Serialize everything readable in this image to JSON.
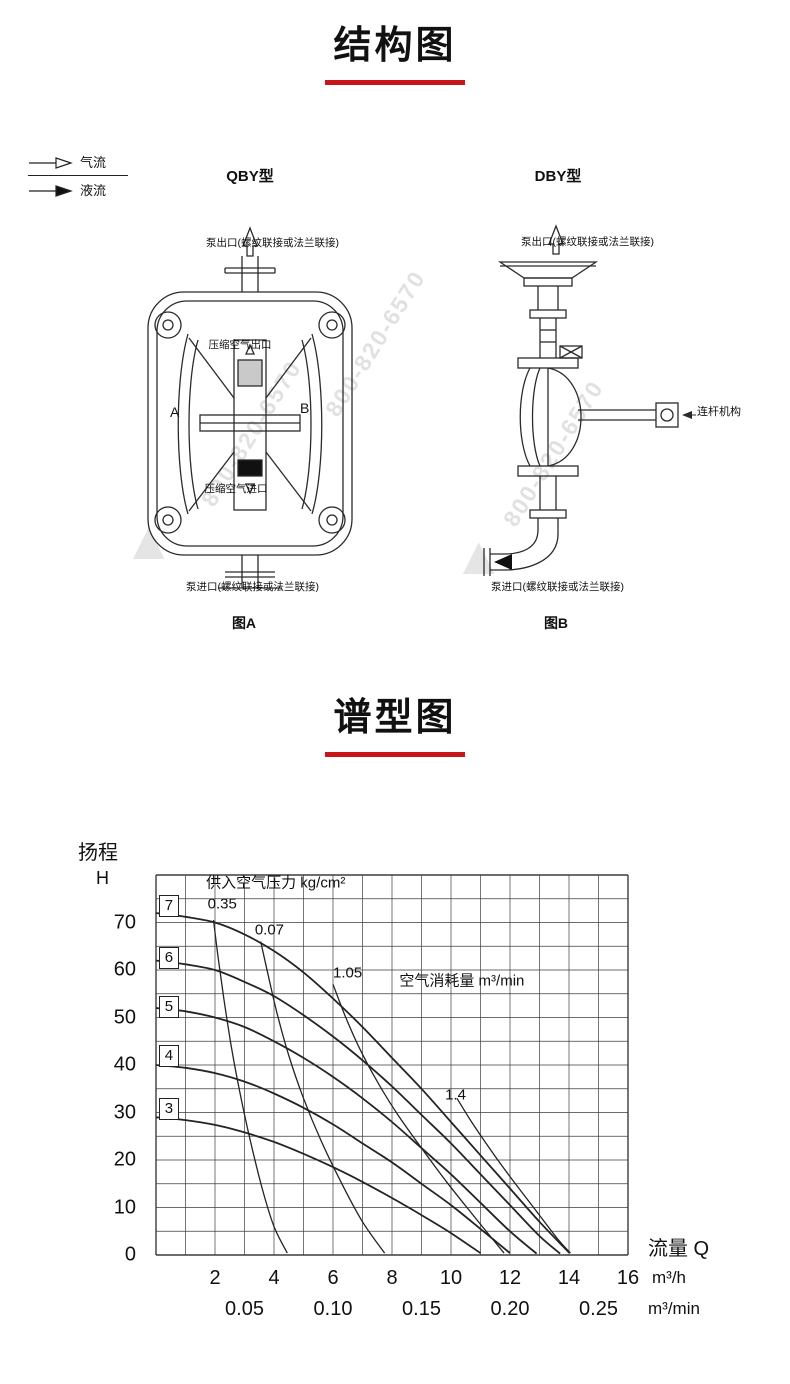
{
  "accent": "#c81717",
  "titles": {
    "structure": "结构图",
    "spectrum": "谱型图"
  },
  "legend": {
    "air": "气流",
    "liquid": "液流"
  },
  "figures": {
    "qby": {
      "name": "QBY型",
      "outlet": "泵出口(螺纹联接或法兰联接)",
      "air_outlet": "压缩空气出口",
      "chamber_a": "A",
      "chamber_b": "B",
      "air_inlet": "压缩空气进口",
      "inlet": "泵进口(螺纹联接或法兰联接)",
      "caption": "图A"
    },
    "dby": {
      "name": "DBY型",
      "outlet": "泵出口(螺纹联接或法兰联接)",
      "rod": "连杆机构",
      "inlet": "泵进口(螺纹联接或法兰联接)",
      "caption": "图B"
    },
    "watermark": "800-820-6570"
  },
  "chart": {
    "ylabel_cn": "扬程",
    "ylabel_sym": "H",
    "xlabel": "流量  Q",
    "unit_h": "m³/h",
    "unit_min": "m³/min"
  },
  "chart_data": {
    "type": "line",
    "title": "谱型图",
    "xlabel": "流量 Q (m³/h)",
    "ylabel": "扬程 H (m)",
    "xlim": [
      0,
      16
    ],
    "ylim": [
      0,
      80
    ],
    "x_grid_step": 1,
    "y_grid_step": 5,
    "grid": true,
    "x_ticks": [
      2,
      4,
      6,
      8,
      10,
      12,
      14,
      16
    ],
    "x_ticks_alt": [
      {
        "label": "0.05",
        "q": 3
      },
      {
        "label": "0.10",
        "q": 6
      },
      {
        "label": "0.15",
        "q": 9
      },
      {
        "label": "0.20",
        "q": 12
      },
      {
        "label": "0.25",
        "q": 15
      }
    ],
    "y_ticks": [
      0,
      10,
      20,
      30,
      40,
      50,
      60,
      70
    ],
    "curve_boxes": [
      {
        "label": "7",
        "h": 73.4
      },
      {
        "label": "6",
        "h": 62.6
      },
      {
        "label": "5",
        "h": 52.2
      },
      {
        "label": "4",
        "h": 41.8
      },
      {
        "label": "3",
        "h": 30.8
      }
    ],
    "annotations": [
      {
        "text": "供入空气压力  kg/cm²",
        "q": 1.7,
        "h": 78.6
      },
      {
        "text": "0.35",
        "q": 1.75,
        "h": 73.8
      },
      {
        "text": "0.07",
        "q": 3.35,
        "h": 68.4
      },
      {
        "text": "1.05",
        "q": 6.0,
        "h": 59.3
      },
      {
        "text": "空气消耗量  m³/min",
        "q": 8.25,
        "h": 58.0
      },
      {
        "text": "1.4",
        "q": 9.8,
        "h": 33.6
      }
    ],
    "series": [
      {
        "name": "head-curve-7",
        "width": 1.8,
        "points": [
          [
            0,
            72
          ],
          [
            1,
            71.2
          ],
          [
            2,
            70
          ],
          [
            3,
            67.5
          ],
          [
            4,
            64
          ],
          [
            5,
            59.5
          ],
          [
            6,
            54
          ],
          [
            7,
            48
          ],
          [
            8,
            41.5
          ],
          [
            9,
            35
          ],
          [
            10,
            28
          ],
          [
            11,
            21
          ],
          [
            12,
            14
          ],
          [
            13,
            7
          ],
          [
            14,
            0.5
          ]
        ]
      },
      {
        "name": "head-curve-6",
        "width": 1.8,
        "points": [
          [
            0,
            62
          ],
          [
            1,
            61.2
          ],
          [
            2,
            60
          ],
          [
            3,
            57.5
          ],
          [
            4,
            54.5
          ],
          [
            5,
            50.5
          ],
          [
            6,
            46
          ],
          [
            7,
            41
          ],
          [
            8,
            35.5
          ],
          [
            9,
            29.5
          ],
          [
            10,
            23.5
          ],
          [
            11,
            17
          ],
          [
            12,
            10.5
          ],
          [
            13,
            4
          ],
          [
            13.7,
            0.3
          ]
        ]
      },
      {
        "name": "head-curve-5",
        "width": 1.8,
        "points": [
          [
            0,
            52
          ],
          [
            1,
            51.3
          ],
          [
            2,
            50
          ],
          [
            3,
            48
          ],
          [
            4,
            45
          ],
          [
            5,
            41.5
          ],
          [
            6,
            37.5
          ],
          [
            7,
            33
          ],
          [
            8,
            28
          ],
          [
            9,
            22.5
          ],
          [
            10,
            17
          ],
          [
            11,
            11
          ],
          [
            12,
            5
          ],
          [
            12.9,
            0.3
          ]
        ]
      },
      {
        "name": "head-curve-4",
        "width": 1.8,
        "points": [
          [
            0,
            40
          ],
          [
            1,
            39.4
          ],
          [
            2,
            38.3
          ],
          [
            3,
            36.5
          ],
          [
            4,
            34
          ],
          [
            5,
            31
          ],
          [
            6,
            27.5
          ],
          [
            7,
            23.5
          ],
          [
            8,
            19.5
          ],
          [
            9,
            15
          ],
          [
            10,
            10.5
          ],
          [
            11,
            5.5
          ],
          [
            12,
            0.4
          ]
        ]
      },
      {
        "name": "head-curve-3",
        "width": 1.8,
        "points": [
          [
            0,
            29
          ],
          [
            1,
            28.4
          ],
          [
            2,
            27.4
          ],
          [
            3,
            25.8
          ],
          [
            4,
            23.8
          ],
          [
            5,
            21.3
          ],
          [
            6,
            18.5
          ],
          [
            7,
            15.4
          ],
          [
            8,
            12
          ],
          [
            9,
            8.4
          ],
          [
            10,
            4.6
          ],
          [
            11,
            0.4
          ]
        ]
      },
      {
        "name": "air-pressure-0.35",
        "width": 1.3,
        "points": [
          [
            1.95,
            70.5
          ],
          [
            2.1,
            63
          ],
          [
            2.3,
            54
          ],
          [
            2.55,
            44
          ],
          [
            2.85,
            34
          ],
          [
            3.2,
            24
          ],
          [
            3.6,
            14
          ],
          [
            4.0,
            6
          ],
          [
            4.45,
            0.4
          ]
        ]
      },
      {
        "name": "air-pressure-0.07",
        "width": 1.3,
        "points": [
          [
            3.55,
            66
          ],
          [
            3.8,
            59
          ],
          [
            4.1,
            51
          ],
          [
            4.5,
            42
          ],
          [
            5.0,
            33
          ],
          [
            5.6,
            24
          ],
          [
            6.3,
            15
          ],
          [
            7.0,
            7
          ],
          [
            7.75,
            0.4
          ]
        ]
      },
      {
        "name": "air-pressure-1.05",
        "width": 1.3,
        "points": [
          [
            6.0,
            57
          ],
          [
            6.4,
            50.5
          ],
          [
            6.9,
            43.5
          ],
          [
            7.5,
            36.5
          ],
          [
            8.2,
            29.5
          ],
          [
            9.0,
            22.5
          ],
          [
            9.9,
            15
          ],
          [
            10.8,
            8
          ],
          [
            11.8,
            0.4
          ]
        ]
      },
      {
        "name": "air-consumption-1.4",
        "width": 1.3,
        "points": [
          [
            10.2,
            33
          ],
          [
            10.7,
            28
          ],
          [
            11.3,
            22.5
          ],
          [
            12.0,
            16.5
          ],
          [
            12.8,
            10
          ],
          [
            13.6,
            3.5
          ],
          [
            14.05,
            0.4
          ]
        ]
      }
    ]
  }
}
